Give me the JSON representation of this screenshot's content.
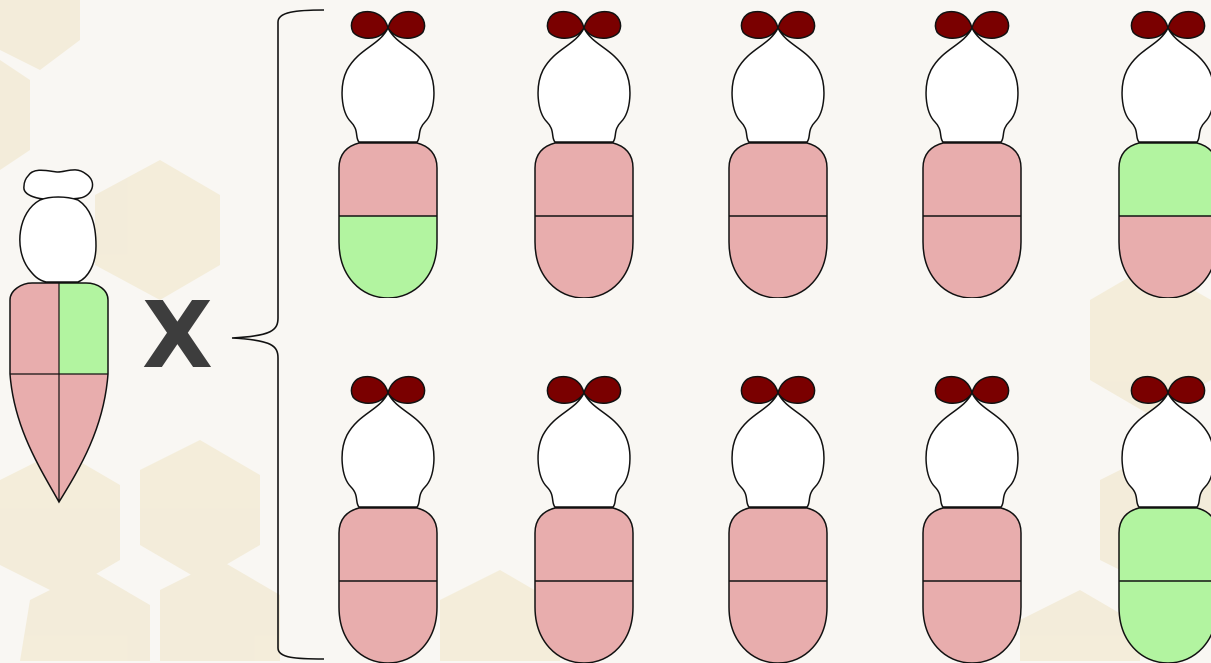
{
  "cross_symbol": "X",
  "colors": {
    "background": "#f9f7f3",
    "hexagon_fill": "#f1e9d2",
    "mutant_segment": "#e8adad",
    "wildtype_segment": "#b2f4a0",
    "eye": "#7a0000",
    "outline": "#111111"
  },
  "queen": {
    "segments": {
      "upper_left": "mutant",
      "upper_right": "wildtype",
      "lower_left": "mutant",
      "lower_right": "mutant"
    }
  },
  "offspring": [
    {
      "upper": "mutant",
      "lower": "wildtype"
    },
    {
      "upper": "mutant",
      "lower": "mutant"
    },
    {
      "upper": "mutant",
      "lower": "mutant"
    },
    {
      "upper": "mutant",
      "lower": "mutant"
    },
    {
      "upper": "wildtype",
      "lower": "mutant"
    },
    {
      "upper": "mutant",
      "lower": "mutant"
    },
    {
      "upper": "mutant",
      "lower": "mutant"
    },
    {
      "upper": "mutant",
      "lower": "mutant"
    },
    {
      "upper": "mutant",
      "lower": "mutant"
    },
    {
      "upper": "wildtype",
      "lower": "wildtype"
    }
  ]
}
